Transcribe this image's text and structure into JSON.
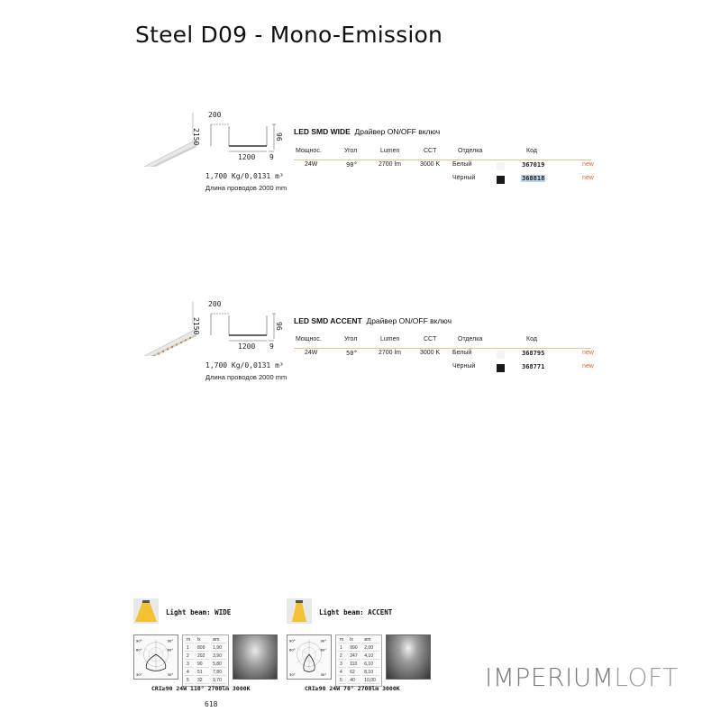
{
  "page": {
    "title": "Steel D09 -  Mono-Emission",
    "page_number": "618",
    "logo_text": "IMPERIUM",
    "logo_text2": "LOFT"
  },
  "products": [
    {
      "dims": {
        "top": "200",
        "side": "2150",
        "width": "1200",
        "height": "9",
        "depth": "96"
      },
      "weight": "1,700 Kg/0,0131 m³",
      "cable": "Длина проводов 2000 mm",
      "name": "LED SMD WIDE",
      "driver": "Драйвер ON/OFF включ",
      "headers": [
        "Мощнос.",
        "Угол",
        "Lumen",
        "CCT",
        "Отделка",
        "Код"
      ],
      "power": "24W",
      "angle": "90°",
      "lumen": "2700 lm",
      "cct": "3000 K",
      "variants": [
        {
          "finish": "Белый",
          "code": "367019",
          "badge": "new",
          "color": "#f2f2f2"
        },
        {
          "finish": "Чёрный",
          "code": "368818",
          "badge": "new",
          "color": "#1a1a1a"
        }
      ]
    },
    {
      "dims": {
        "top": "200",
        "side": "2150",
        "width": "1200",
        "height": "9",
        "depth": "96"
      },
      "weight": "1,700 Kg/0,0131 m³",
      "cable": "Длина проводов 2000 mm",
      "name": "LED SMD ACCENT",
      "driver": "Драйвер ON/OFF включ",
      "headers": [
        "Мощнос.",
        "Угол",
        "Lumen",
        "CCT",
        "Отделка",
        "Код"
      ],
      "power": "24W",
      "angle": "50°",
      "lumen": "2700 lm",
      "cct": "3000 K",
      "variants": [
        {
          "finish": "Белый",
          "code": "368795",
          "badge": "new",
          "color": "#f2f2f2"
        },
        {
          "finish": "Чёрный",
          "code": "368771",
          "badge": "new",
          "color": "#1a1a1a"
        }
      ]
    }
  ],
  "beams": [
    {
      "label": "Light beam: WIDE",
      "cri": "CRI≥90 24W 110° 2700lm 3000K",
      "angles": [
        "90°",
        "90°",
        "60°",
        "60°",
        "30°",
        "30°"
      ],
      "table_head": [
        "m",
        "lx",
        "øm"
      ],
      "rows": [
        [
          "1",
          "809",
          "1,90"
        ],
        [
          "2",
          "202",
          "3,90"
        ],
        [
          "3",
          "90",
          "5,80"
        ],
        [
          "4",
          "51",
          "7,80"
        ],
        [
          "5",
          "32",
          "9,70"
        ]
      ]
    },
    {
      "label": "Light beam: ACCENT",
      "cri": "CRI≥90 24W 70° 2700lm 3000K",
      "angles": [
        "90°",
        "90°",
        "60°",
        "60°",
        "30°",
        "30°"
      ],
      "table_head": [
        "m",
        "lx",
        "øm"
      ],
      "rows": [
        [
          "1",
          "990",
          "2,00"
        ],
        [
          "2",
          "247",
          "4,10"
        ],
        [
          "3",
          "110",
          "6,10"
        ],
        [
          "4",
          "62",
          "8,10"
        ],
        [
          "5",
          "40",
          "10,00"
        ]
      ]
    }
  ]
}
